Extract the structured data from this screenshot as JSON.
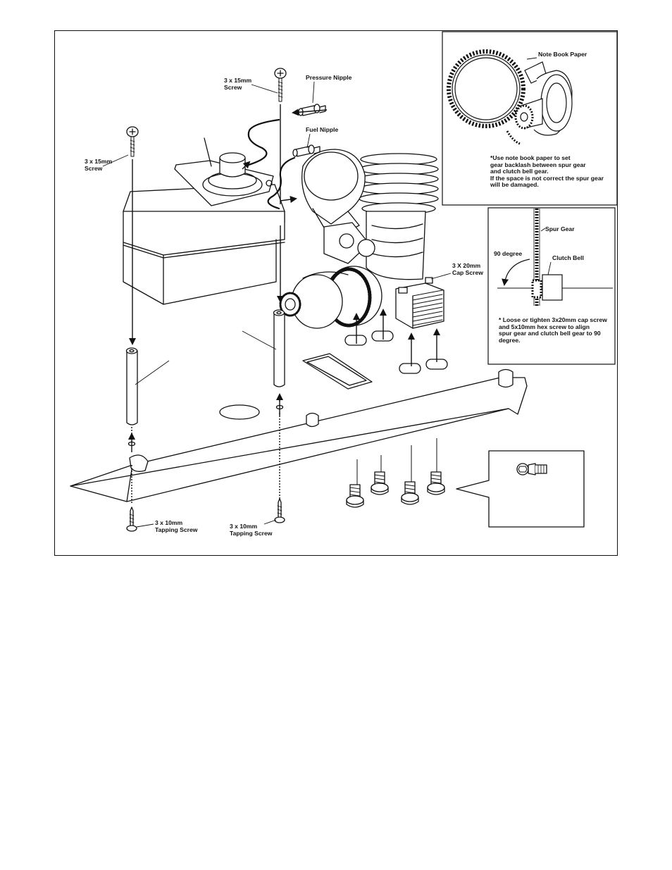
{
  "labels": {
    "screw_top": "3 x 15mm\nScrew",
    "pressure_nipple": "Pressure  Nipple",
    "screw_left": "3 x 15mm\nScrew",
    "fuel_nipple": "Fuel Nipple",
    "cap_screw": "3 X 20mm\nCap Screw",
    "tapping_left": "3 x 10mm\nTapping Screw",
    "tapping_right": "3 x 10mm\nTapping Screw"
  },
  "inset_backlash": {
    "paper_label": "Note Book Paper",
    "note": "*Use note book paper to set\n gear backlash between spur gear\n and clutch bell gear.\n If the space is not correct the  spur gear\n will be damaged."
  },
  "inset_alignment": {
    "spur_label": "Spur Gear",
    "angle_label": "90 degree",
    "clutch_label": "Clutch Bell",
    "note": "* Loose or tighten 3x20mm cap screw\n   and 5x10mm hex screw to align\n   spur gear and clutch bell gear to 90\n   degree."
  }
}
